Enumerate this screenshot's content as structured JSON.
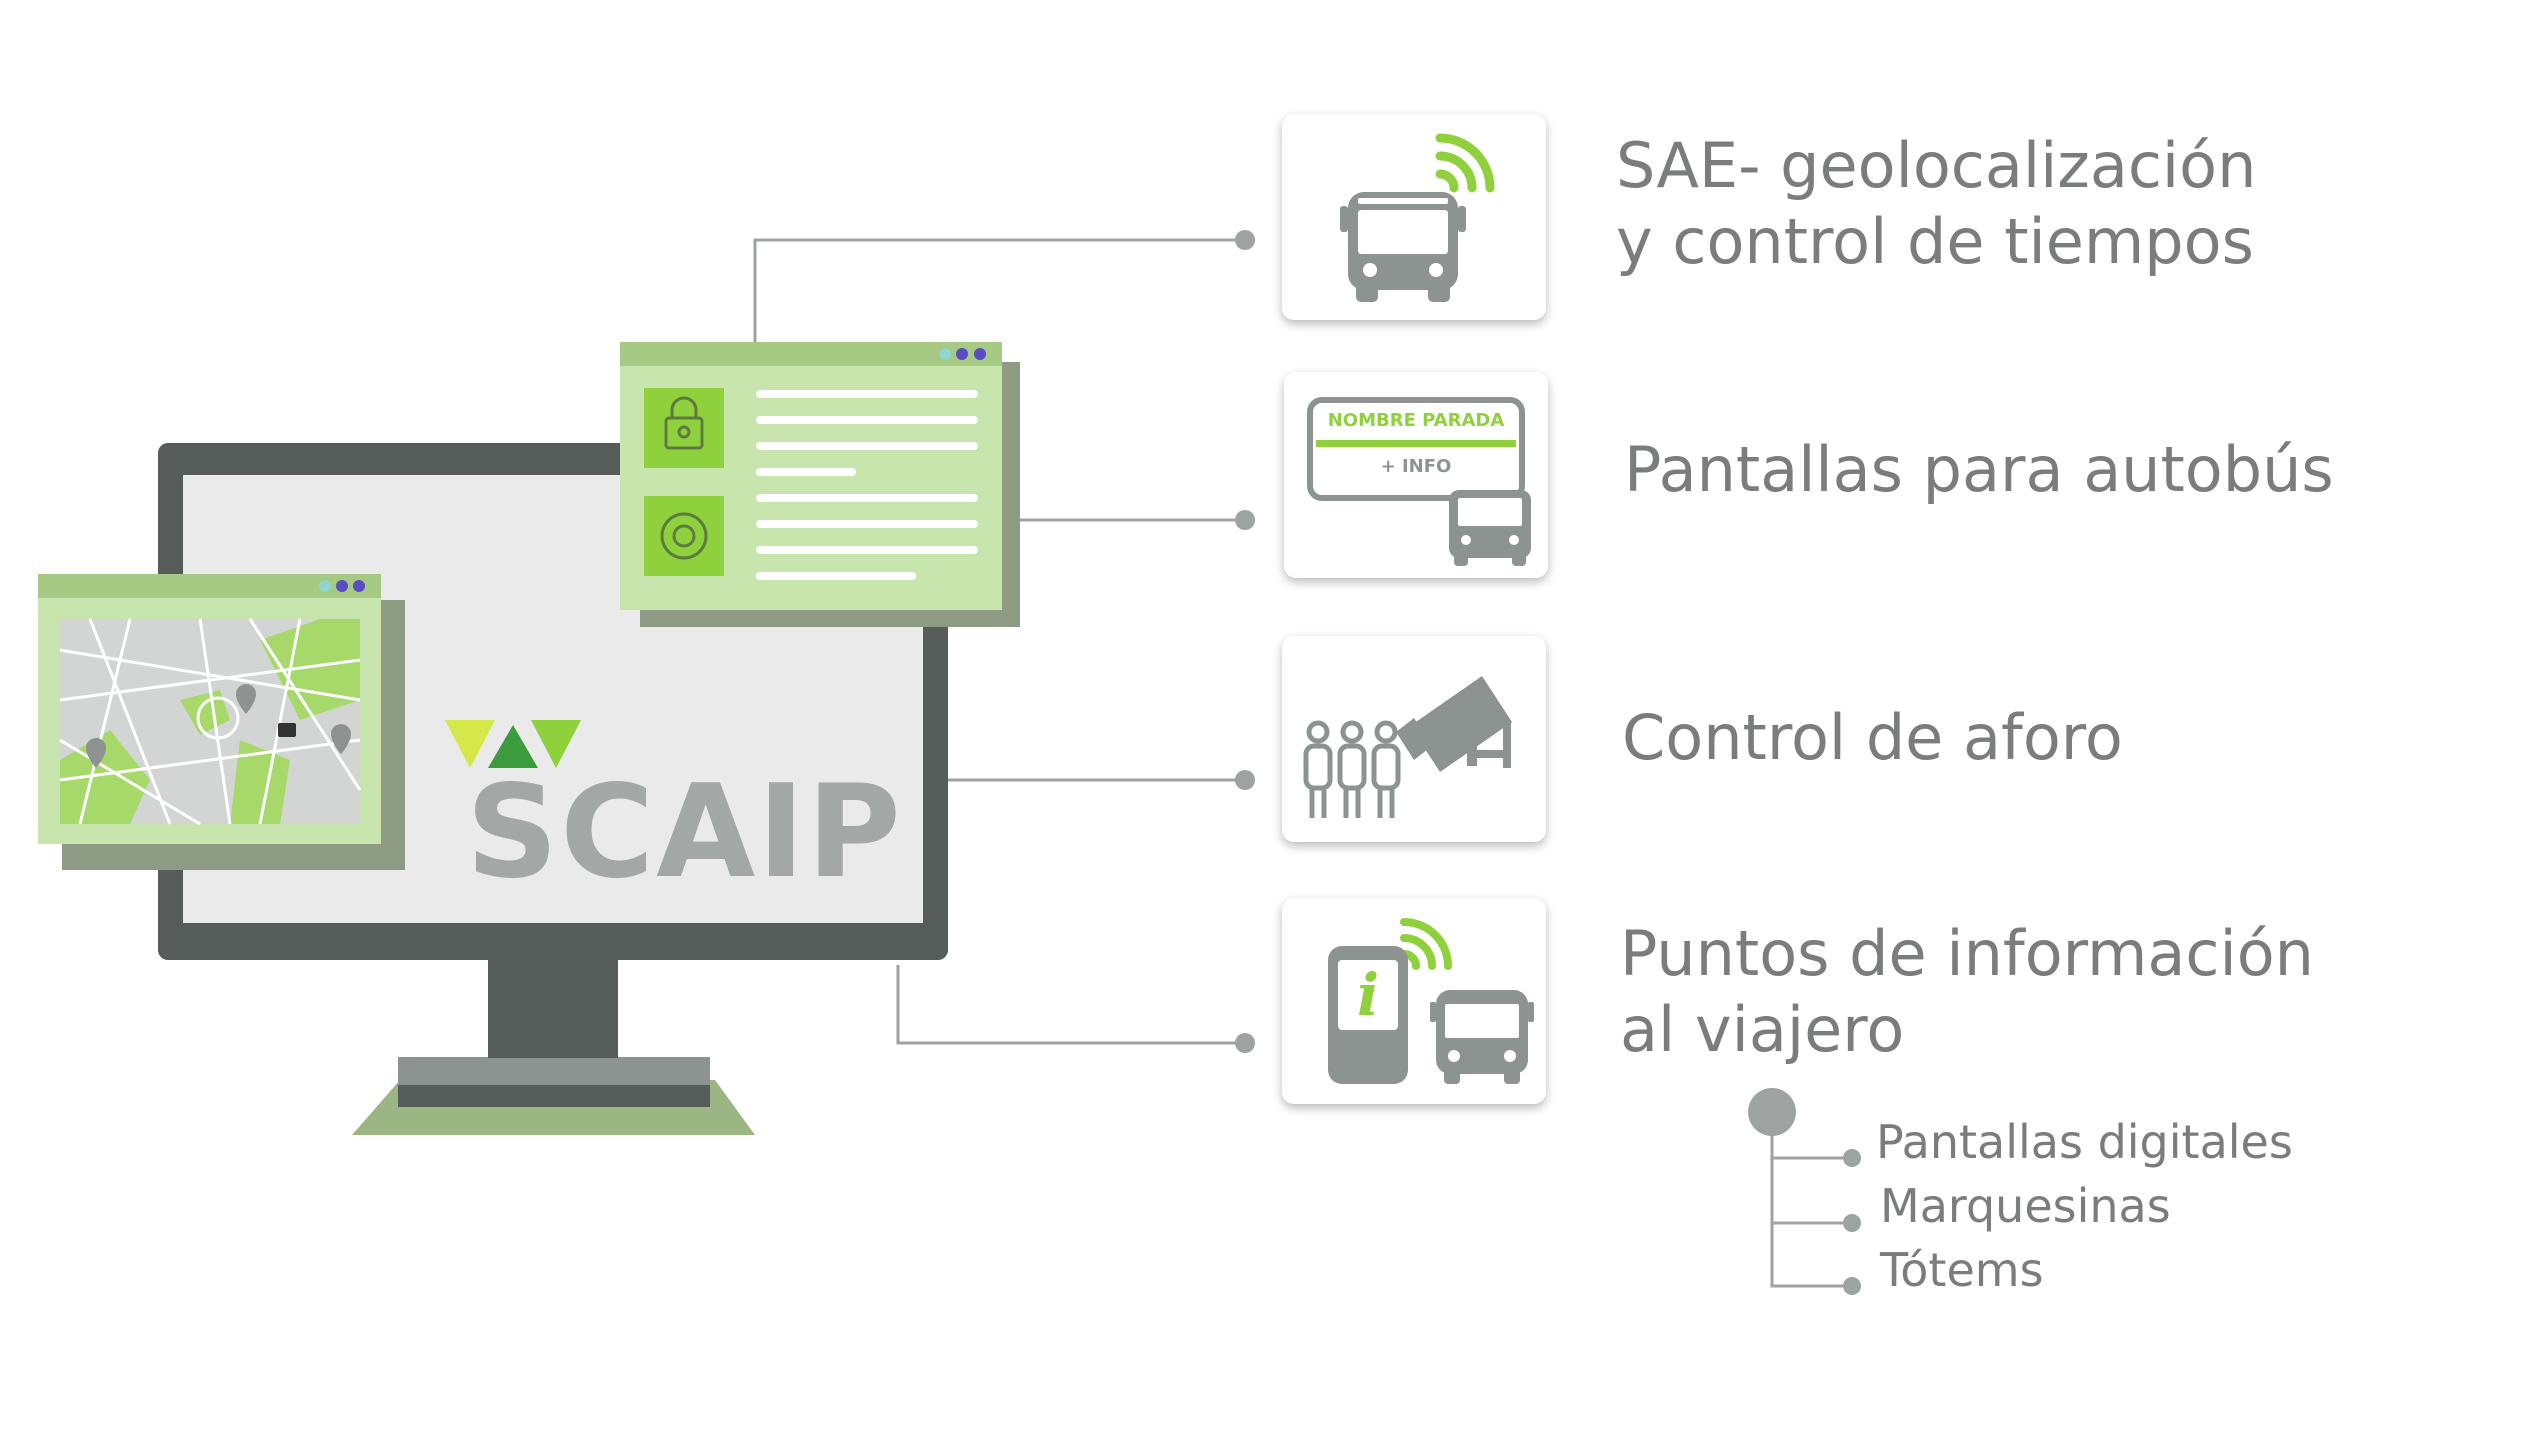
{
  "brand": {
    "name": "SCAIP"
  },
  "features": [
    {
      "label_line1": "SAE- geolocalización",
      "label_line2": "y control de tiempos",
      "icon": "bus-signal-icon"
    },
    {
      "label_line1": "Pantallas para autobús",
      "icon": "bus-stop-display-icon",
      "sign_title": "NOMBRE PARADA",
      "sign_sub": "+ INFO"
    },
    {
      "label_line1": "Control de aforo",
      "icon": "people-camera-icon"
    },
    {
      "label_line1": "Puntos de información",
      "label_line2": "al viajero",
      "icon": "info-totem-icon",
      "info_glyph": "i",
      "sub_items": [
        "Pantallas digitales",
        "Marquesinas",
        "Tótems"
      ]
    }
  ],
  "colors": {
    "green_bright": "#8fd13c",
    "green_light": "#c8e5ad",
    "green_mid": "#a6c983",
    "gray_dark": "#565c5a",
    "gray_mid": "#8d9391",
    "gray_screen": "#e9eae9",
    "purple": "#5b4bc4",
    "teal": "#8fd6cf"
  }
}
